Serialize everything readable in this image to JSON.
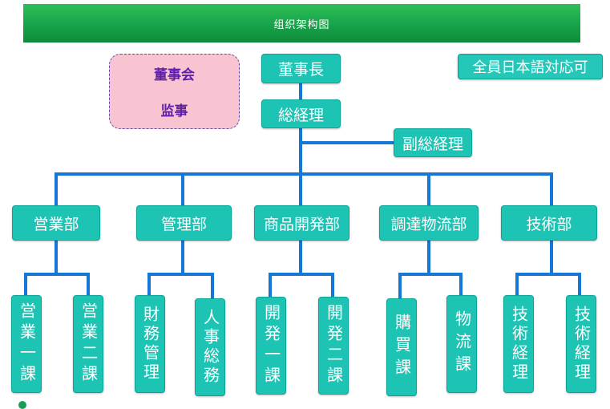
{
  "title": "组织架构图",
  "board": {
    "directors": "董事会",
    "auditor": "监事"
  },
  "note": "全員日本語対応可",
  "chairman": "董事長",
  "general_manager": "総経理",
  "deputy_gm": "副総経理",
  "departments": [
    {
      "label": "営業部",
      "sections": [
        "営業一課",
        "営業二課"
      ]
    },
    {
      "label": "管理部",
      "sections": [
        "財務管理",
        "人事総務"
      ]
    },
    {
      "label": "商品開発部",
      "sections": [
        "開発一課",
        "開発二課"
      ]
    },
    {
      "label": "調達物流部",
      "sections": [
        "購買課",
        "物流課"
      ]
    },
    {
      "label": "技術部",
      "sections": [
        "技術経理",
        "技術経理"
      ]
    }
  ],
  "colors": {
    "node": "#1dc4b4",
    "line": "#1678d6",
    "banner": "#16a34a",
    "board": "#f8c4d2",
    "board_text": "#5e1fa6"
  }
}
